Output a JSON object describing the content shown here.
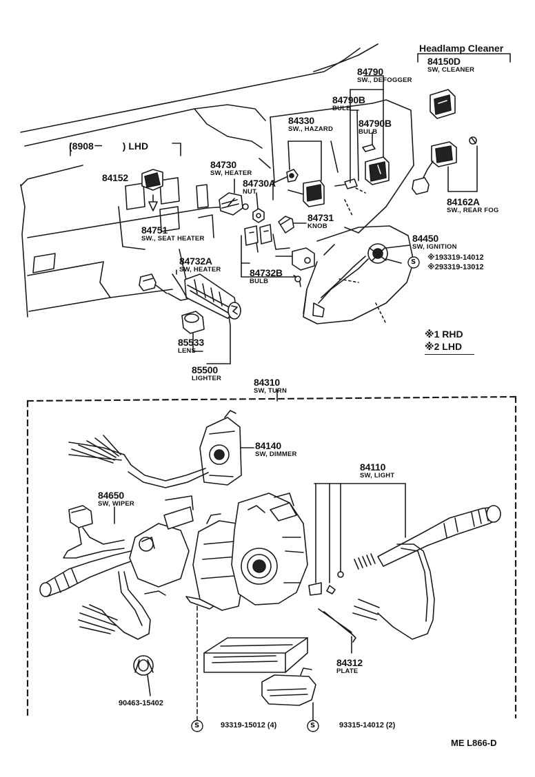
{
  "parts": {
    "p84790": {
      "number": "84790",
      "desc": "SW., DEFOGGER"
    },
    "p84790b1": {
      "number": "84790B",
      "desc": "BULB"
    },
    "p84790b2": {
      "number": "84790B",
      "desc": "BULB"
    },
    "p84330": {
      "number": "84330",
      "desc": "SW., HAZARD"
    },
    "p84150d": {
      "number": "84150D",
      "desc": "SW, CLEANER"
    },
    "p84730": {
      "number": "84730",
      "desc": "SW, HEATER"
    },
    "p84730a": {
      "number": "84730A",
      "desc": "NUT"
    },
    "p84152": {
      "number": "84152",
      "desc": ""
    },
    "p84162a": {
      "number": "84162A",
      "desc": "SW., REAR FOG"
    },
    "p84751": {
      "number": "84751",
      "desc": "SW., SEAT HEATER"
    },
    "p84731": {
      "number": "84731",
      "desc": "KNOB"
    },
    "p84450": {
      "number": "84450",
      "desc": "SW, IGNITION"
    },
    "p84732a": {
      "number": "84732A",
      "desc": "SW, HEATER"
    },
    "p84732b": {
      "number": "84732B",
      "desc": "BULB"
    },
    "p85533": {
      "number": "85533",
      "desc": "LENS"
    },
    "p85500": {
      "number": "85500",
      "desc": "LIGHTER"
    },
    "p84310": {
      "number": "84310",
      "desc": "SW, TURN"
    },
    "p84140": {
      "number": "84140",
      "desc": "SW, DIMMER"
    },
    "p84110": {
      "number": "84110",
      "desc": "SW, LIGHT"
    },
    "p84650": {
      "number": "84650",
      "desc": "SW, WIPER"
    },
    "p84312": {
      "number": "84312",
      "desc": "PLATE"
    }
  },
  "headlamp_cleaner": "Headlamp Cleaner",
  "lhd_range": "(8908－　　) LHD",
  "ignition_screws": {
    "s1_mark": "※1",
    "s1": "93319-14012",
    "s2_mark": "※2",
    "s2": "93319-13012"
  },
  "legend": {
    "l1_mark": "※1",
    "l1": "RHD",
    "l2_mark": "※2",
    "l2": "LHD"
  },
  "clamp_number": "90463-15402",
  "bottom_screws": {
    "a": "93319-15012 (4)",
    "b": "93315-14012 (2)"
  },
  "screw_symbol": "S",
  "diagram_code": "ME L866-D"
}
